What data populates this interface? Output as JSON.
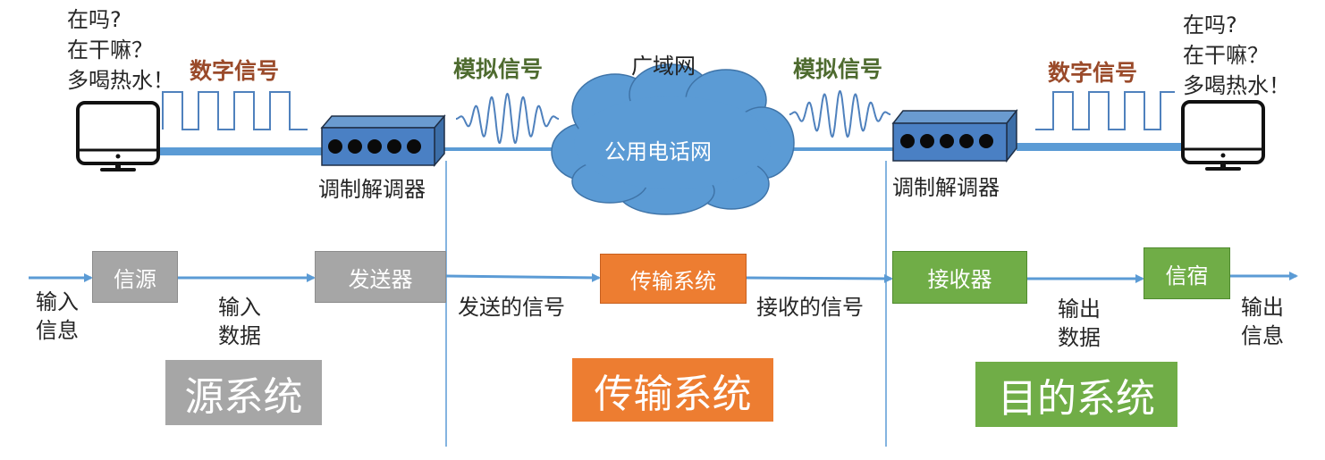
{
  "chat": {
    "left": [
      "在吗?",
      "在干嘛？",
      "多喝热水！"
    ],
    "right": [
      "在吗?",
      "在干嘛？",
      "多喝热水！"
    ]
  },
  "signals": {
    "digital_left": "数字信号",
    "analog_left": "模拟信号",
    "wan": "广域网",
    "analog_right": "模拟信号",
    "digital_right": "数字信号"
  },
  "cloud_label": "公用电话网",
  "modem_label_left": "调制解调器",
  "modem_label_right": "调制解调器",
  "flow": {
    "input_info": [
      "输入",
      "信息"
    ],
    "source": "信源",
    "input_data": [
      "输入",
      "数据"
    ],
    "transmitter": "发送器",
    "sent_signal": "发送的信号",
    "transmission": "传输系统",
    "received_signal": "接收的信号",
    "receiver": "接收器",
    "output_data": [
      "输出",
      "数据"
    ],
    "sink": "信宿",
    "output_info": [
      "输出",
      "信息"
    ]
  },
  "systems": {
    "source_system": "源系统",
    "transmission_system": "传输系统",
    "destination_system": "目的系统"
  },
  "colors": {
    "line_blue": "#5b9bd5",
    "box_gray": "#a6a6a6",
    "box_orange": "#ed7d31",
    "box_green": "#70ad47"
  }
}
